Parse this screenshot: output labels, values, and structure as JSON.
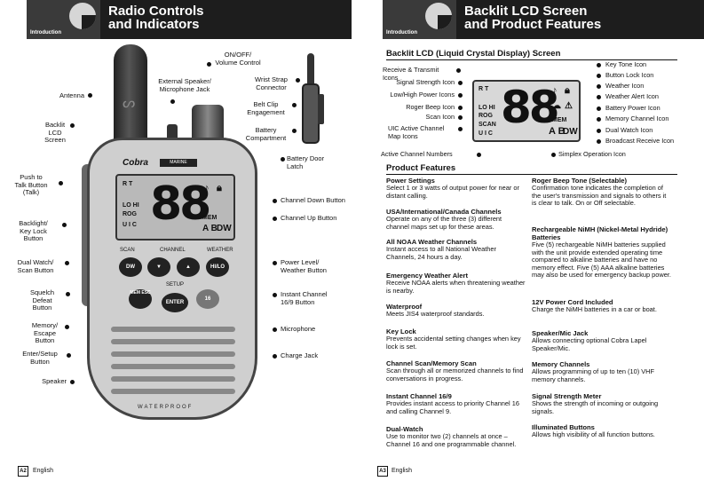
{
  "left_page": {
    "intro_tab": "Introduction",
    "title_line1": "Radio Controls",
    "title_line2": "and Indicators",
    "brand": "Cobra",
    "brand_sub": "MARINE",
    "lcd_text": {
      "digits": "88",
      "signal": "R T",
      "lohi": "LO HI",
      "rog": "ROG",
      "uic": "U I C",
      "mem": "MEM",
      "ab": "A B",
      "dw": "DW"
    },
    "button_labels": {
      "scan": "SCAN",
      "channel": "CHANNEL",
      "weather": "WEATHER",
      "dw": "DW",
      "down": "▼",
      "up": "▲",
      "hilo": "HI/LO",
      "setup": "SETUP",
      "mem_esc": "MEM ESC",
      "enter": "ENTER",
      "ch16": "16"
    },
    "waterproof": "WATERPROOF",
    "callouts": {
      "antenna": "Antenna",
      "backlit_lcd": "Backlit\nLCD\nScreen",
      "push_to_talk": "Push to\nTalk Button\n(Talk)",
      "backlight_key_lock": "Backlight/\nKey Lock\nButton",
      "dual_watch": "Dual Watch/\nScan Button",
      "squelch": "Squelch\nDefeat\nButton",
      "memory_escape": "Memory/\nEscape\nButton",
      "enter_setup": "Enter/Setup\nButton",
      "speaker": "Speaker",
      "on_off": "ON/OFF/\nVolume Control",
      "ext_speaker": "External Speaker/\nMicrophone Jack",
      "wrist_strap": "Wrist Strap\nConnector",
      "belt_clip": "Belt Clip\nEngagement",
      "battery_compartment": "Battery\nCompartment",
      "battery_door": "Battery Door\nLatch",
      "ch_down": "Channel Down Button",
      "ch_up": "Channel Up Button",
      "power_level": "Power Level/\nWeather Button",
      "instant_channel": "Instant Channel\n16/9 Button",
      "microphone": "Microphone",
      "charge_jack": "Charge Jack"
    },
    "page_no": "A2",
    "language": "English"
  },
  "right_page": {
    "intro_tab": "Introduction",
    "title_line1": "Backlit LCD Screen",
    "title_line2": "and Product Features",
    "lcd_heading": "Backlit LCD (Liquid Crystal Display) Screen",
    "lcd_callouts_left": {
      "rx_tx": "Receive & Transmit\nIcons",
      "signal": "Signal Strength Icon",
      "lowhigh": "Low/High Power Icons",
      "roger": "Roger Beep Icon",
      "scan": "Scan Icon",
      "uic": "UIC Active Channel\nMap Icons",
      "active_ch": "Active Channel Numbers"
    },
    "lcd_callouts_right": {
      "key_tone": "Key Tone Icon",
      "button_lock": "Button Lock Icon",
      "weather": "Weather Icon",
      "weather_alert": "Weather Alert Icon",
      "battery_power": "Battery Power Icon",
      "memory_channel": "Memory Channel Icon",
      "dual_watch": "Dual Watch Icon",
      "broadcast": "Broadcast Receive Icon",
      "simplex": "Simplex Operation Icon"
    },
    "lcd_text": {
      "digits": "88",
      "signal": "R T",
      "lohi": "LO HI",
      "rog": "ROG",
      "scan": "SCAN",
      "uic": "U I C",
      "mem": "MEM",
      "ab": "A B",
      "dw": "DW"
    },
    "features_heading": "Product Features",
    "features_col1": [
      {
        "title": "Power Settings",
        "body": "Select 1 or 3 watts of output power for near or distant calling."
      },
      {
        "title": "USA/International/Canada Channels",
        "body": "Operate on any of the three (3) different channel maps set up for these areas."
      },
      {
        "title": "All NOAA Weather Channels",
        "body": "Instant access to all National Weather Channels, 24 hours a day."
      },
      {
        "title": "Emergency Weather Alert",
        "body": "Receive NOAA alerts when threatening weather is nearby."
      },
      {
        "title": "Waterproof",
        "body": "Meets JIS4 waterproof standards."
      },
      {
        "title": "Key Lock",
        "body": "Prevents accidental setting changes when key lock is set."
      },
      {
        "title": "Channel Scan/Memory Scan",
        "body": "Scan through all or memorized channels to find conversations in progress."
      },
      {
        "title": "Instant Channel 16/9",
        "body": "Provides instant access to priority Channel 16 and calling Channel 9."
      },
      {
        "title": "Dual-Watch",
        "body": "Use to monitor two (2) channels at once – Channel 16 and one programmable channel."
      }
    ],
    "features_col2": [
      {
        "title": "Roger Beep Tone (Selectable)",
        "body": "Confirmation tone indicates the completion of the user's transmission and signals to others it is clear to talk. On or Off selectable."
      },
      {
        "title": "Rechargeable NiMH (Nickel-Metal Hydride) Batteries",
        "body": "Five (5) rechargeable NiMH batteries supplied with the unit provide extended operating time compared to alkaline batteries and have no memory effect. Five (5) AAA alkaline batteries may also be used for emergency backup power."
      },
      {
        "title": "12V Power Cord Included",
        "body": "Charge the NiMH batteries in a car or boat."
      },
      {
        "title": "Speaker/Mic Jack",
        "body": "Allows connecting optional Cobra Lapel Speaker/Mic."
      },
      {
        "title": "Memory Channels",
        "body": "Allows programming of up to ten (10) VHF memory channels."
      },
      {
        "title": "Signal Strength Meter",
        "body": "Shows the strength of incoming or outgoing signals."
      },
      {
        "title": "Illuminated Buttons",
        "body": "Allows high visibility of all function buttons."
      }
    ],
    "page_no": "A3",
    "language": "English"
  }
}
